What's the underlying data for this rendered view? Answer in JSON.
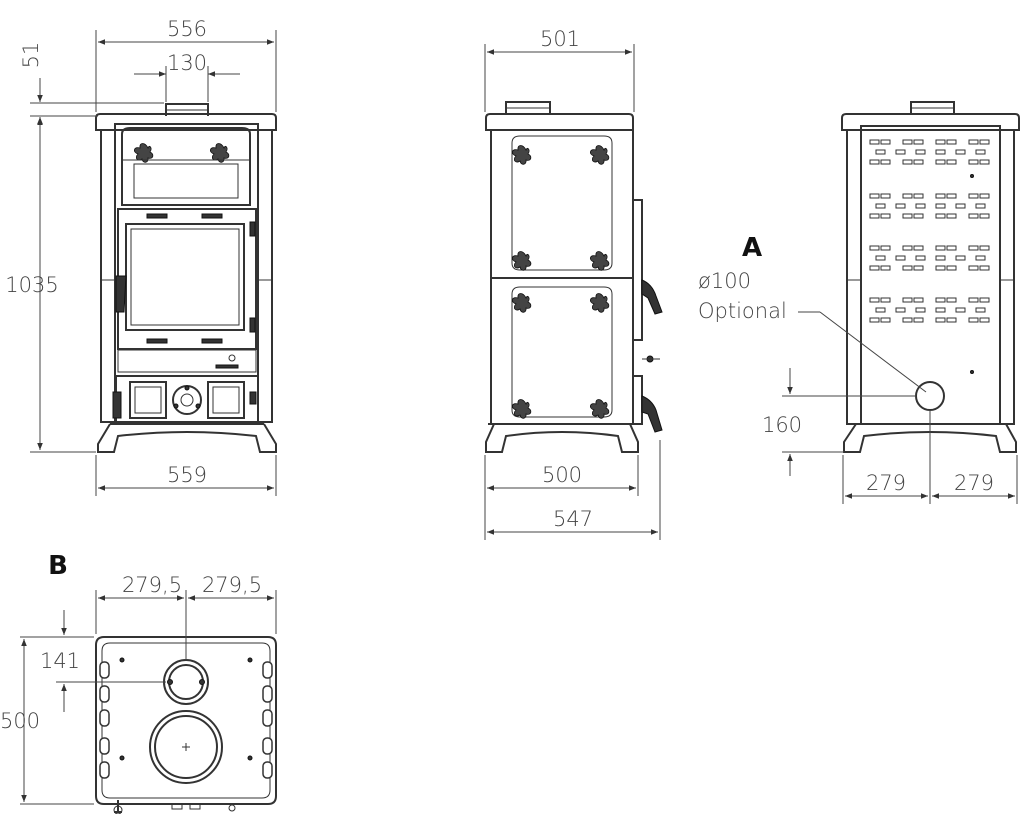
{
  "front": {
    "width_top": "556",
    "flue_diameter": "130",
    "flue_height": "51",
    "height": "1035",
    "width_bottom": "559"
  },
  "side": {
    "depth_top": "501",
    "depth_base": "500",
    "depth_overall": "547"
  },
  "rear": {
    "label": "A",
    "outlet_diameter": "ø100",
    "outlet_note": "Optional",
    "outlet_height": "160",
    "half_left": "279",
    "half_right": "279"
  },
  "top": {
    "label": "B",
    "half_left": "279,5",
    "half_right": "279,5",
    "flue_offset": "141",
    "depth": "500"
  }
}
